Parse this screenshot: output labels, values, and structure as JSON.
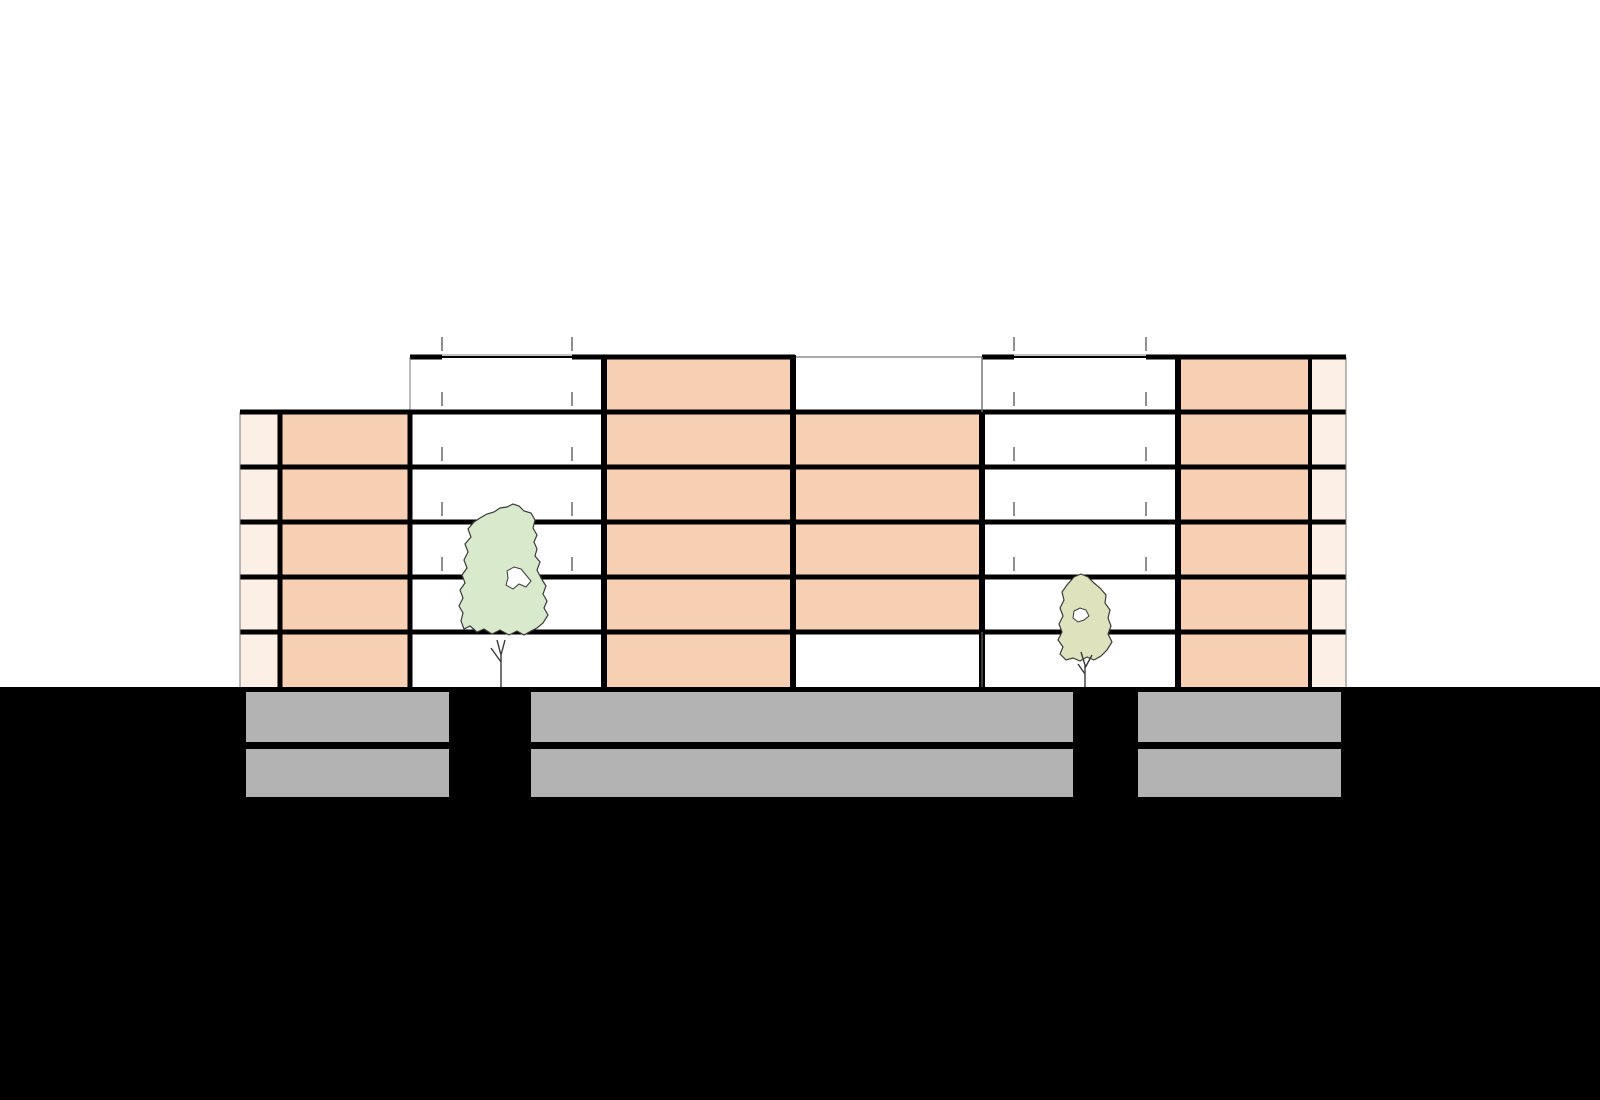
{
  "colors": {
    "background": "#ffffff",
    "ground": "#000000",
    "structure": "#000000",
    "unit_fill": "#f7d0b4",
    "edge_fill": "#fcefe6",
    "void_fill": "#ffffff",
    "basement_fill": "#b3b3b3",
    "tree_left_foliage": "#d8e9cc",
    "tree_right_foliage": "#dfe3bd",
    "tree_outline": "#3a3a3a"
  },
  "building": {
    "above_ground_floors": 6,
    "basement_levels": 2,
    "wings": [
      {
        "name": "left-edge-balconies",
        "fill": "edge"
      },
      {
        "name": "left-apartment-block",
        "fill": "unit"
      },
      {
        "name": "left-courtyard-gallery",
        "fill": "void"
      },
      {
        "name": "center-left-apartment-block",
        "fill": "unit"
      },
      {
        "name": "center-right-apartment-block",
        "fill": "unit"
      },
      {
        "name": "right-courtyard-gallery",
        "fill": "void"
      },
      {
        "name": "right-apartment-block",
        "fill": "unit"
      },
      {
        "name": "right-edge-balconies",
        "fill": "edge"
      }
    ]
  },
  "trees": [
    {
      "name": "tree-left",
      "foliage": "tree_left_foliage"
    },
    {
      "name": "tree-right",
      "foliage": "tree_right_foliage"
    }
  ]
}
